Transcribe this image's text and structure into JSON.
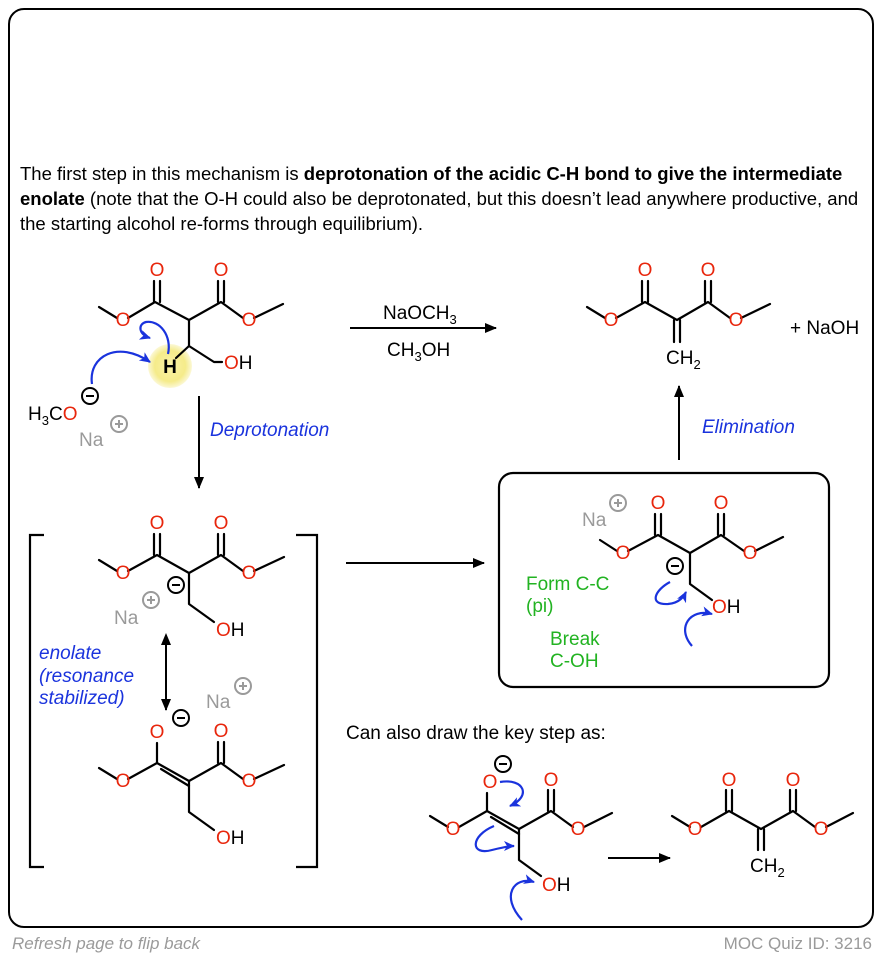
{
  "intro": {
    "lead": "The first step in this mechanism is ",
    "bold": "deprotonation of the acidic C-H bond to give the intermediate enolate",
    "rest": "  (note that the O-H could also be deprotonated, but this doesn’t lead anywhere productive, and the starting alcohol re-forms through equilibrium)."
  },
  "atoms": {
    "oxygen": "O",
    "hydrogen": "H",
    "hydroxyl": "OH",
    "sodium": "Na",
    "methylene": "CH",
    "methylene_sub": "2",
    "methoxide": "H",
    "methoxide_sub": "3",
    "methoxide_o": "CO"
  },
  "reagents": {
    "base": "NaOCH",
    "base_sub": "3",
    "solvent": "CH",
    "solvent_sub": "3",
    "solvent_end": "OH",
    "byproduct": "+ NaOH"
  },
  "labels": {
    "deprotonation": "Deprotonation",
    "elimination": "Elimination",
    "enolate_line1": "enolate",
    "enolate_line2": "(resonance",
    "enolate_line3": "stabilized)",
    "form_line1": "Form C-C",
    "form_line2": "(pi)",
    "break_line1": "Break",
    "break_line2": "C-OH",
    "key_step": "Can also draw the key step as:"
  },
  "colors": {
    "oxygen": "#e8260c",
    "annotation": "#1a33dd",
    "bond_label": "#22b322",
    "counterion": "#9a9a9a",
    "highlight": "#f5eb8a"
  },
  "footer": {
    "flip_note": "Refresh page to flip back",
    "quiz_id": "MOC Quiz ID: 3216"
  }
}
